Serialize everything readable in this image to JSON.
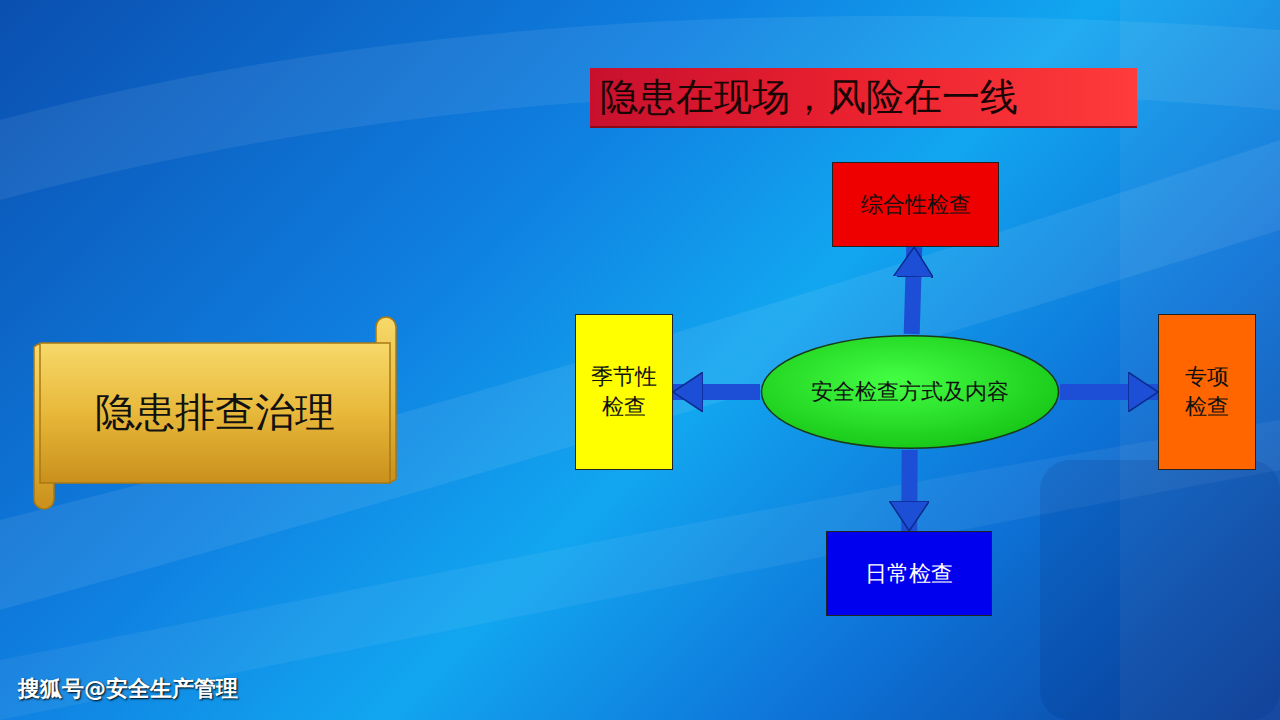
{
  "diagram": {
    "title": "隐患在现场，风险在一线",
    "nodes": [
      {
        "text": [
          "隐患排查治理"
        ]
      },
      {
        "text": [
          "综合性检查"
        ]
      },
      {
        "text": [
          "季节性 检查"
        ]
      },
      {
        "text": [
          "安全检查方式及内容"
        ]
      },
      {
        "text": [
          "专项 检查"
        ]
      },
      {
        "text": [
          "日常检查"
        ]
      }
    ],
    "edges": [
      {
        "from": 3,
        "to": 1,
        "arrow": "to"
      },
      {
        "from": 3,
        "to": 2,
        "arrow": "to"
      },
      {
        "from": 3,
        "to": 4,
        "arrow": "to"
      },
      {
        "from": 3,
        "to": 5,
        "arrow": "to"
      }
    ],
    "labels": [
      "搜狐号@安全生产管理"
    ]
  }
}
